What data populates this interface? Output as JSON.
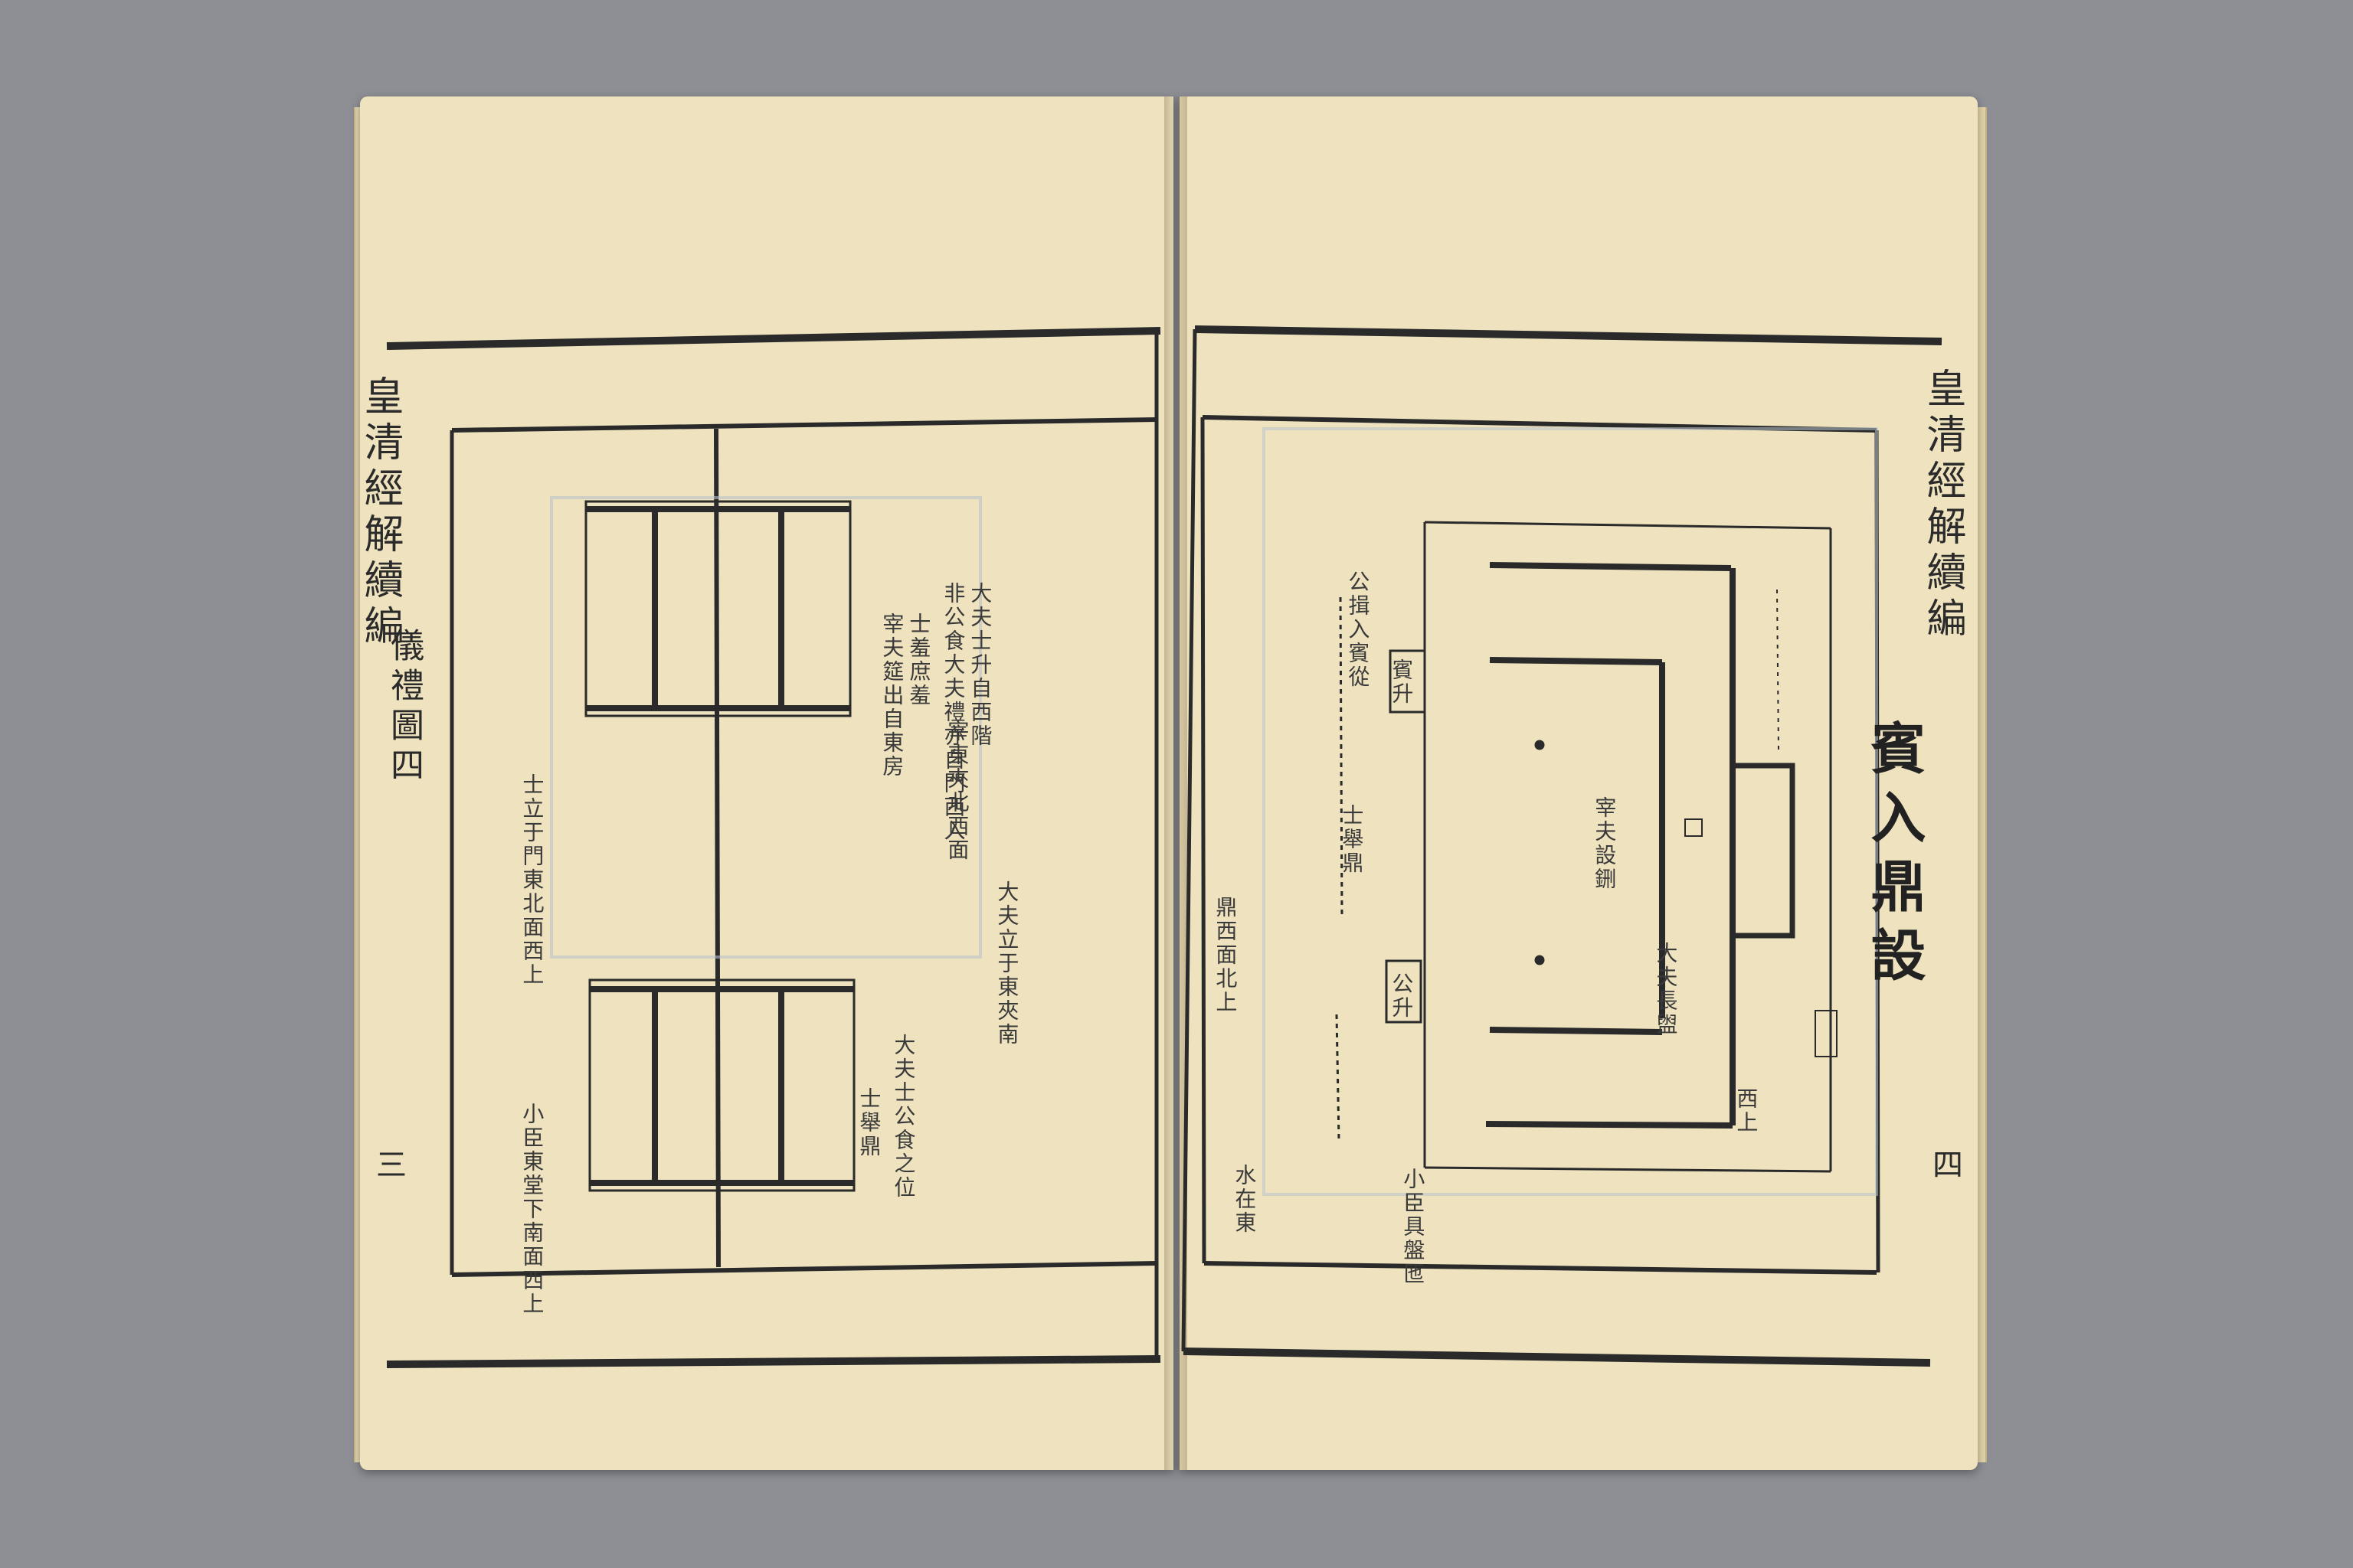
{
  "left_page": {
    "running_title": "皇清經解續編",
    "chapter": "儀禮圖四",
    "folio": "三",
    "notes": [
      {
        "id": "n1",
        "text": "非公食大夫禮亦自門西入"
      },
      {
        "id": "n2",
        "text": "大夫士升自西階"
      },
      {
        "id": "n3",
        "text": "宰夫筵出自東房"
      },
      {
        "id": "n4",
        "text": "士羞庶羞"
      },
      {
        "id": "n5",
        "text": "宰東夾北西面"
      },
      {
        "id": "n6",
        "text": "大夫立于東夾南"
      },
      {
        "id": "n7",
        "text": "士立于門東北面西上"
      },
      {
        "id": "n8",
        "text": "大夫士公食之位"
      },
      {
        "id": "n9",
        "text": "小臣東堂下南面西上"
      },
      {
        "id": "n10",
        "text": "士舉鼎"
      }
    ]
  },
  "right_page": {
    "running_title": "皇清經解續編",
    "heading": "賓入鼎設",
    "folio": "四",
    "notes": [
      {
        "id": "r1",
        "text": "公揖入賓從"
      },
      {
        "id": "r2",
        "text": "賓升"
      },
      {
        "id": "r3",
        "text": "公升"
      },
      {
        "id": "r4",
        "text": "宰夫設鉶"
      },
      {
        "id": "r5",
        "text": "士舉鼎"
      },
      {
        "id": "r6",
        "text": "大夫長盥"
      },
      {
        "id": "r7",
        "text": "鼎西面北上"
      },
      {
        "id": "r8",
        "text": "小臣具盤匜"
      },
      {
        "id": "r9",
        "text": "水在東"
      },
      {
        "id": "r10",
        "text": "西上"
      }
    ]
  }
}
